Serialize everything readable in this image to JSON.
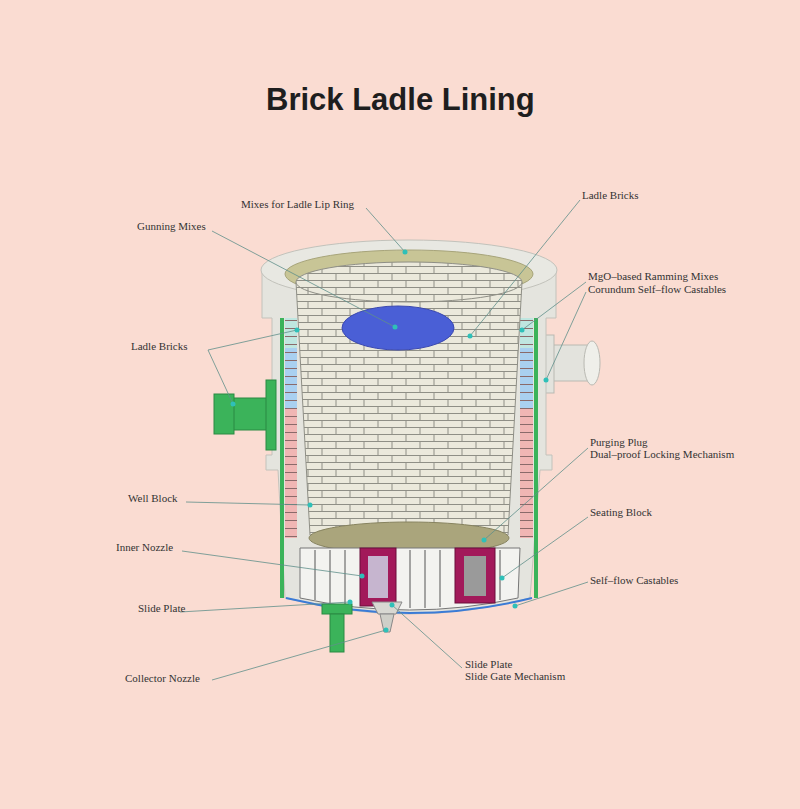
{
  "diagram": {
    "title": "Brick Ladle Lining",
    "labels": [
      "Mixes for Ladle Lip Ring",
      "Ladle Bricks",
      "Gunning Mixes",
      "MgO–based Ramming Mixes",
      "Corundum Self–flow Castables",
      "Ladle Bricks",
      "Purging Plug",
      "Dual–proof Locking Mechanism",
      "Well Block",
      "Seating Block",
      "Inner Nozzle",
      "Self–flow Castables",
      "Slide Plate",
      "Collector Nozzle",
      "Slide Plate",
      "Slide Gate Mechanism"
    ]
  }
}
